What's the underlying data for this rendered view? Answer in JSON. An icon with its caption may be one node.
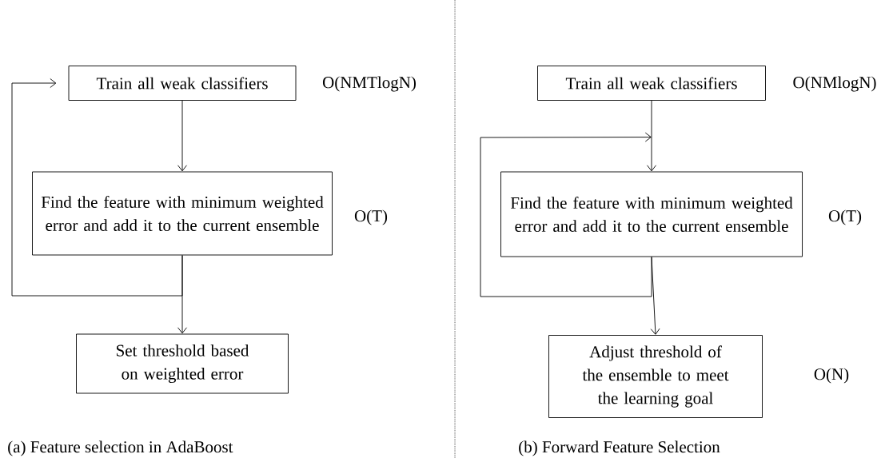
{
  "diagram": {
    "nodes": [
      {
        "text": [
          "Train all weak classifiers"
        ],
        "beside": [
          "O(NMTlogN)"
        ]
      },
      {
        "text": [
          "Find the feature with minimum weighted error and add it to the current ensemble"
        ],
        "beside": [
          "O(T)"
        ]
      },
      {
        "text": [
          "Set threshold based on weighted error"
        ]
      },
      {
        "text": [
          "Train all weak classifiers"
        ],
        "beside": [
          "O(NMlogN)"
        ]
      },
      {
        "text": [
          "Find the feature with minimum weighted error and add it to the current ensemble"
        ],
        "beside": [
          "O(T)"
        ]
      },
      {
        "text": [
          "Adjust threshold of the ensemble to meet the learning goal"
        ],
        "beside": [
          "O(N)"
        ]
      }
    ],
    "edges": [
      {
        "from": 0,
        "to": 1,
        "arrow": "to"
      },
      {
        "from": 1,
        "to": 2,
        "arrow": "to"
      },
      {
        "from": 1,
        "to": 0,
        "arrow": "to"
      },
      {
        "from": 3,
        "to": 4,
        "arrow": "to"
      },
      {
        "from": 4,
        "to": 5,
        "arrow": "to"
      },
      {
        "from": 4,
        "to": 4,
        "arrow": "to"
      }
    ],
    "labels": [
      "(a) Feature selection in AdaBoost",
      "(b) Forward Feature Selection"
    ]
  }
}
